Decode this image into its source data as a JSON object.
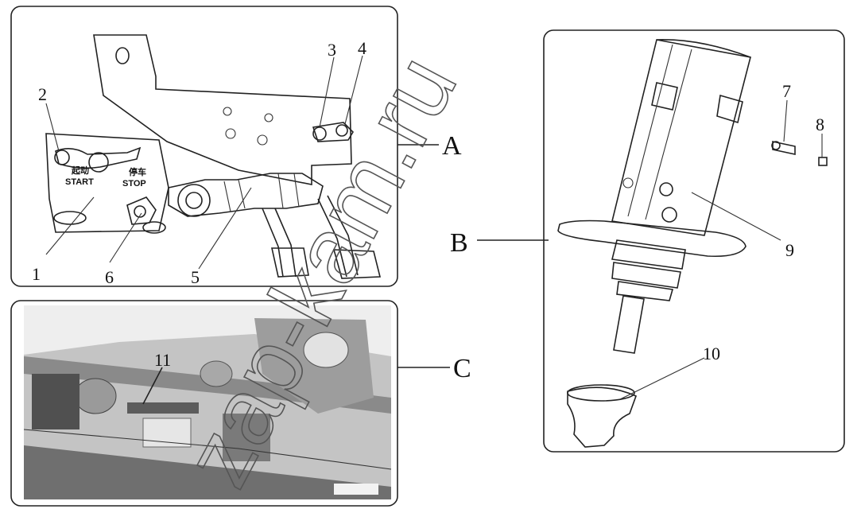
{
  "panel_a": {
    "switch_start": "START",
    "switch_stop": "STOP",
    "switch_start_cn": "起动",
    "switch_stop_cn": "停车",
    "labels": {
      "p1": "1",
      "p2": "2",
      "p3": "3",
      "p4": "4",
      "p5": "5",
      "p6": "6"
    }
  },
  "panel_b": {
    "labels": {
      "p7": "7",
      "p8": "8",
      "p9": "9",
      "p10": "10"
    }
  },
  "panel_c": {
    "labels": {
      "p11": "11"
    }
  },
  "sections": {
    "a": "A",
    "b": "B",
    "c": "C"
  },
  "watermark": "zap-kam.ru",
  "colors": {
    "line": "#222222",
    "photo_bg": "#b8b8b8",
    "watermark": "#555555"
  }
}
